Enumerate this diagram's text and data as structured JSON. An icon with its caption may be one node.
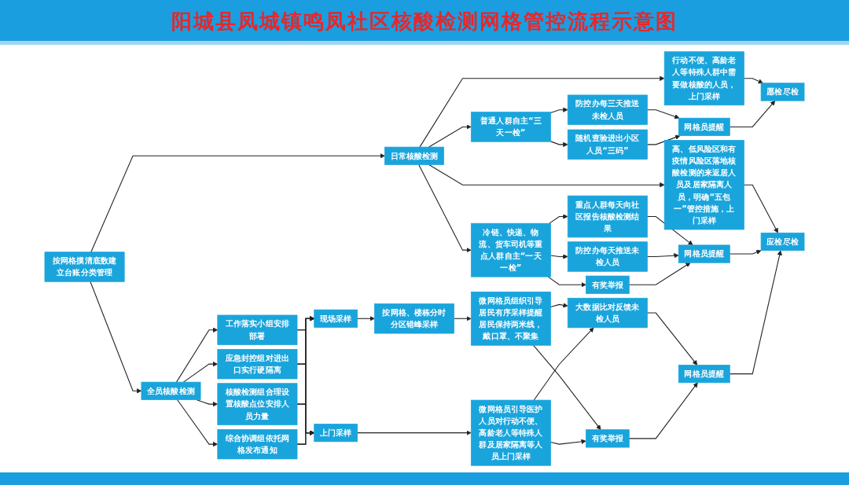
{
  "diagram": {
    "title": "阳城县凤城镇鸣凤社区核酸检测网格管控流程示意图",
    "nodes": [
      {
        "text": [
          "按网格摸清底数建立台账分类管理"
        ]
      },
      {
        "text": [
          "日常核酸检测"
        ]
      },
      {
        "text": [
          "全员核酸检测"
        ]
      },
      {
        "text": [
          "行动不便、高龄老人等特殊人群中需要做核酸的人员，上门采样"
        ]
      },
      {
        "text": [
          "普通人群自主“三天一检”"
        ]
      },
      {
        "text": [
          "防控办每三天推送未检人员"
        ]
      },
      {
        "text": [
          "随机查验进出小区人员“三码”"
        ]
      },
      {
        "text": [
          "网格员提醒"
        ]
      },
      {
        "text": [
          "愿检尽检"
        ]
      },
      {
        "text": [
          "高、低风险区和有疫情风险区落地核酸检测的来返居人员及居家隔离人员，明确“五包一”管控措施，上门采样"
        ]
      },
      {
        "text": [
          "冷链、快递、物流、货车司机等重点人群自主“一天一检”"
        ]
      },
      {
        "text": [
          "重点人群每天向社区报告核酸检测结果"
        ]
      },
      {
        "text": [
          "防控办每天推送未检人员"
        ]
      },
      {
        "text": [
          "有奖举报"
        ]
      },
      {
        "text": [
          "网格员提醒"
        ]
      },
      {
        "text": [
          "应检尽检"
        ]
      },
      {
        "text": [
          "工作落实小组安排部署"
        ]
      },
      {
        "text": [
          "应急封控组对进出口实行硬隔离"
        ]
      },
      {
        "text": [
          "核酸检测组合理设置核酸点位安排人员力量"
        ]
      },
      {
        "text": [
          "综合协调组依托网格发布通知"
        ]
      },
      {
        "text": [
          "现场采样"
        ]
      },
      {
        "text": [
          "上门采样"
        ]
      },
      {
        "text": [
          "按网格、楼栋分时分区错峰采样"
        ]
      },
      {
        "text": [
          "微网格员组织引导居民有序采样提醒居民保持两米线，戴口罩、不聚集"
        ]
      },
      {
        "text": [
          "微网格员引导医护人员对行动不便、高龄老人等特殊人群及居家隔离等人员上门采样"
        ]
      },
      {
        "text": [
          "大数据比对反馈未检人员"
        ]
      },
      {
        "text": [
          "有奖举报"
        ]
      },
      {
        "text": [
          "网格员提醒"
        ]
      }
    ],
    "edges": [
      {
        "from": 0,
        "to": 1,
        "arrow": "to"
      },
      {
        "from": 0,
        "to": 2,
        "arrow": "to"
      },
      {
        "from": 1,
        "to": 3,
        "arrow": "to"
      },
      {
        "from": 1,
        "to": 4,
        "arrow": "to"
      },
      {
        "from": 1,
        "to": 9,
        "arrow": "to"
      },
      {
        "from": 1,
        "to": 10,
        "arrow": "to"
      },
      {
        "from": 4,
        "to": 5,
        "arrow": "to"
      },
      {
        "from": 4,
        "to": 6,
        "arrow": "to"
      },
      {
        "from": 5,
        "to": 7,
        "arrow": "to"
      },
      {
        "from": 6,
        "to": 7,
        "arrow": "to"
      },
      {
        "from": 3,
        "to": 8,
        "arrow": "to"
      },
      {
        "from": 7,
        "to": 8,
        "arrow": "to"
      },
      {
        "from": 10,
        "to": 11,
        "arrow": "to"
      },
      {
        "from": 10,
        "to": 12,
        "arrow": "to"
      },
      {
        "from": 10,
        "to": 13,
        "arrow": "to"
      },
      {
        "from": 11,
        "to": 14,
        "arrow": "to"
      },
      {
        "from": 12,
        "to": 14,
        "arrow": "to"
      },
      {
        "from": 13,
        "to": 14,
        "arrow": "to"
      },
      {
        "from": 9,
        "to": 15,
        "arrow": "to"
      },
      {
        "from": 14,
        "to": 15,
        "arrow": "to"
      },
      {
        "from": 2,
        "to": 16,
        "arrow": "to"
      },
      {
        "from": 2,
        "to": 17,
        "arrow": "to"
      },
      {
        "from": 2,
        "to": 18,
        "arrow": "to"
      },
      {
        "from": 2,
        "to": 19,
        "arrow": "to"
      },
      {
        "from": 16,
        "to": 20,
        "arrow": "to"
      },
      {
        "from": 17,
        "to": 20,
        "arrow": "to"
      },
      {
        "from": 18,
        "to": 20,
        "arrow": "to"
      },
      {
        "from": 19,
        "to": 20,
        "arrow": "to"
      },
      {
        "from": 16,
        "to": 21,
        "arrow": "to"
      },
      {
        "from": 17,
        "to": 21,
        "arrow": "to"
      },
      {
        "from": 18,
        "to": 21,
        "arrow": "to"
      },
      {
        "from": 19,
        "to": 21,
        "arrow": "to"
      },
      {
        "from": 20,
        "to": 22,
        "arrow": "to"
      },
      {
        "from": 22,
        "to": 23,
        "arrow": "to"
      },
      {
        "from": 21,
        "to": 24,
        "arrow": "to"
      },
      {
        "from": 23,
        "to": 25,
        "arrow": "to"
      },
      {
        "from": 23,
        "to": 26,
        "arrow": "to"
      },
      {
        "from": 24,
        "to": 25,
        "arrow": "to"
      },
      {
        "from": 24,
        "to": 26,
        "arrow": "to"
      },
      {
        "from": 25,
        "to": 27,
        "arrow": "to"
      },
      {
        "from": 26,
        "to": 27,
        "arrow": "to"
      },
      {
        "from": 27,
        "to": 15,
        "arrow": "to"
      }
    ]
  }
}
